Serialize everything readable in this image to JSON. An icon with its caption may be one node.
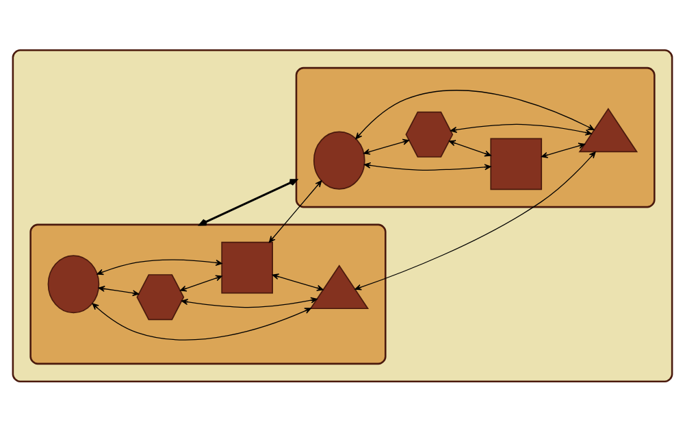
{
  "diagram": {
    "nodes": [
      {
        "text": [],
        "shape": "box"
      },
      {
        "text": [],
        "shape": "box",
        "in": 0
      },
      {
        "text": [],
        "shape": "circle",
        "in": 1
      },
      {
        "text": [],
        "shape": "box",
        "in": 1
      },
      {
        "text": [],
        "shape": "hexagon",
        "in": 1
      },
      {
        "text": [],
        "shape": "triangle",
        "in": 1
      },
      {
        "text": [],
        "shape": "box",
        "in": 0
      },
      {
        "text": [],
        "shape": "circle",
        "in": 6
      },
      {
        "text": [],
        "shape": "box",
        "in": 6
      },
      {
        "text": [],
        "shape": "hexagon",
        "in": 6
      },
      {
        "text": [],
        "shape": "triangle",
        "in": 6
      }
    ],
    "edges": [
      {
        "from": 2,
        "to": 4,
        "arrow": "both"
      },
      {
        "from": 2,
        "to": 5,
        "arrow": "both"
      },
      {
        "from": 2,
        "to": 3,
        "arrow": "both"
      },
      {
        "from": 4,
        "to": 3,
        "arrow": "both"
      },
      {
        "from": 4,
        "to": 5,
        "arrow": "both"
      },
      {
        "from": 3,
        "to": 5,
        "arrow": "both"
      },
      {
        "from": 3,
        "to": 7,
        "arrow": "both"
      },
      {
        "from": 1,
        "to": 6,
        "arrow": "both",
        "style": "thick"
      },
      {
        "from": 5,
        "to": 10,
        "arrow": "both"
      },
      {
        "from": 7,
        "to": 9,
        "arrow": "both"
      },
      {
        "from": 7,
        "to": 10,
        "arrow": "both"
      },
      {
        "from": 7,
        "to": 8,
        "arrow": "both"
      },
      {
        "from": 9,
        "to": 8,
        "arrow": "both"
      },
      {
        "from": 9,
        "to": 10,
        "arrow": "both"
      },
      {
        "from": 8,
        "to": 10,
        "arrow": "both"
      }
    ]
  }
}
